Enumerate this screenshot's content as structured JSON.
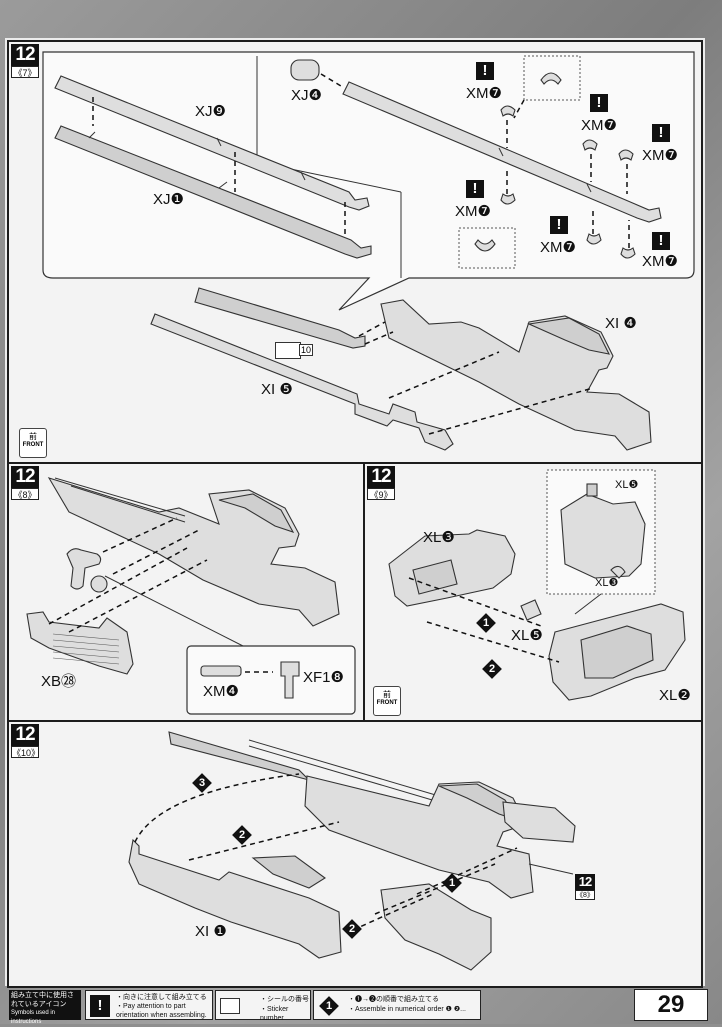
{
  "steps": [
    {
      "number": "12",
      "sub": "《7》"
    },
    {
      "number": "12",
      "sub": "《8》"
    },
    {
      "number": "12",
      "sub": "《9》"
    },
    {
      "number": "12",
      "sub": "《10》"
    }
  ],
  "panel1": {
    "labels": {
      "xj9": "XJ❾",
      "xj1": "XJ❶",
      "xj4": "XJ❹",
      "xm7": "XM❼",
      "xi4": "XI ❹",
      "xi5": "XI ❺"
    },
    "sticker_number": "10",
    "front": {
      "jp": "前",
      "en": "FRONT"
    }
  },
  "panel2": {
    "labels": {
      "xb28": "XB㉘",
      "xm4": "XM❹",
      "xf18": "XF1❽"
    }
  },
  "panel3": {
    "labels": {
      "xl3": "XL❸",
      "xl5": "XL❺",
      "xl2": "XL❷",
      "xl5_inset": "XL❺",
      "xl3_inset": "XL❸"
    },
    "order": [
      "1",
      "2"
    ],
    "front": {
      "jp": "前",
      "en": "FRONT"
    }
  },
  "panel4": {
    "labels": {
      "xi1": "XI ❶"
    },
    "order": [
      "1",
      "2",
      "2",
      "3"
    ],
    "ref_step": {
      "number": "12",
      "sub": "《8》"
    }
  },
  "footer": {
    "legend_title_jp": "組み立て中に使用されているアイコン",
    "legend_title_en": "Symbols used in instructions",
    "items": [
      {
        "icon": "exclamation-icon",
        "jp": "・向きに注意して組み立てる",
        "en": "・Pay attention to part orientation when assembling."
      },
      {
        "icon": "sticker-icon",
        "jp": "・シールの番号",
        "en": "・Sticker number"
      },
      {
        "icon": "order-icon",
        "jp": "・❶→❷の順番で組み立てる",
        "en": "・Assemble in numerical order ❶ ❷..."
      }
    ],
    "page_number": "29"
  }
}
